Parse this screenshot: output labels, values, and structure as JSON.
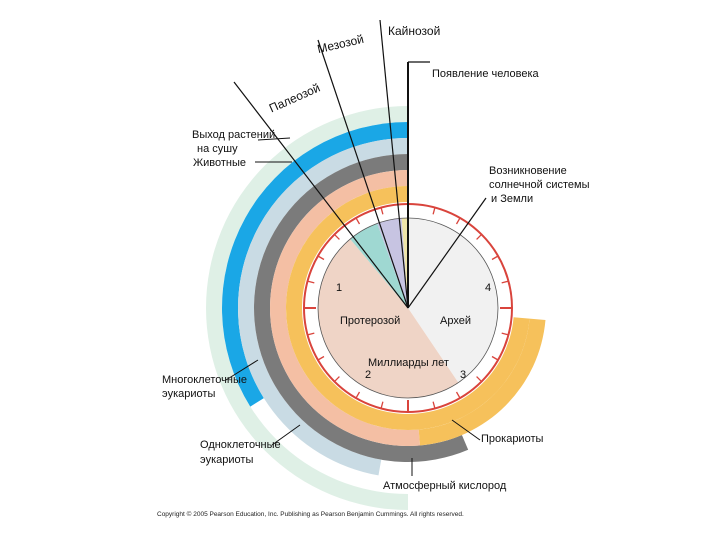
{
  "labels": {
    "mesozoic": "Мезозой",
    "cenozoic": "Кайнозой",
    "paleozoic": "Палеозой",
    "humans": "Появление человека",
    "plants_land_1": "Выход растений",
    "plants_land_2": "на сушу",
    "animals": "Животные",
    "solar_1": "Возникновение",
    "solar_2": "солнечной системы",
    "solar_3": "и Земли",
    "proterozoic": "Протерозой",
    "archean": "Архей",
    "billion_years": "Миллиарды лет",
    "multicell_1": "Многоклеточные",
    "multicell_2": "эукариоты",
    "unicell_1": "Одноклеточные",
    "unicell_2": "эукариоты",
    "prokaryotes": "Прокариоты",
    "oxygen": "Атмосферный кислород",
    "copyright": "Copyright © 2005 Pearson Education, Inc. Publishing as Pearson Benjamin Cummings. All rights reserved."
  },
  "clock_numbers": [
    "1",
    "2",
    "3",
    "4"
  ],
  "colors": {
    "red": "#d9443c",
    "proterozoic": "#efd4c6",
    "archean": "#f1f1f1",
    "paleozoic": "#9fd8d2",
    "mesozoic": "#c7c4e2",
    "cenozoic": "#eee4a8",
    "yellow": "#f6c15b",
    "peach": "#f4bfa4",
    "gray": "#7b7b7b",
    "lightblue": "#c9dbe4",
    "blue": "#1aa7e6",
    "palegreen": "#dff0e6"
  }
}
